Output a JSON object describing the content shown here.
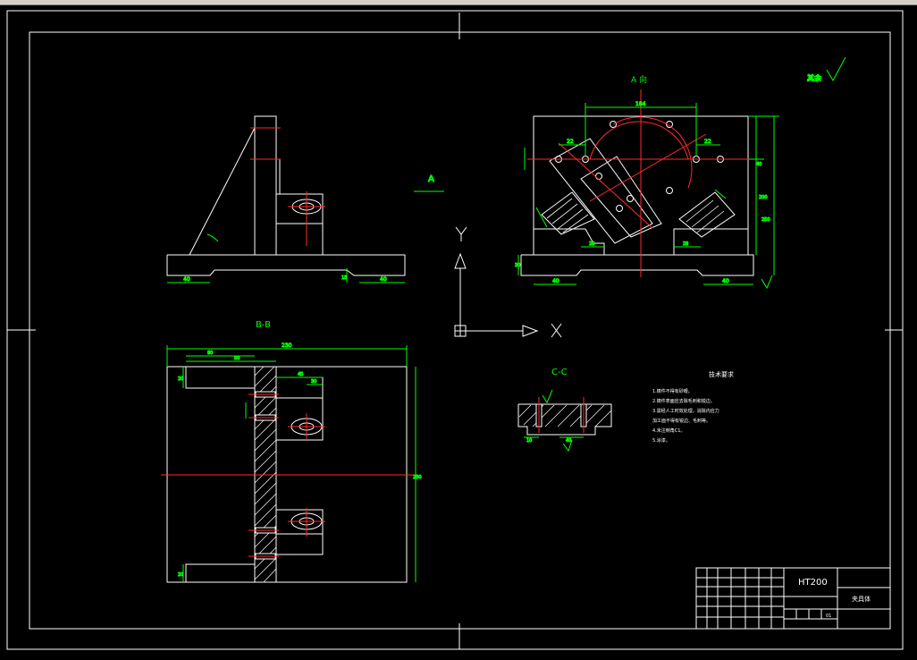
{
  "drawing": {
    "view_a_title": "A 向",
    "arrow_a_label": "A",
    "section_bb_title": "B-B",
    "section_cc_title": "C-C",
    "roughness_note": "其余",
    "axis_y_label": "Y",
    "axis_x_label": "X"
  },
  "tech_requirements": {
    "title": "技术要求",
    "lines": [
      "1.铸件不得有砂眼。",
      "2.铸件表面应去除毛刺和锐边。",
      "3.需经人工时效处理，消除内应力",
      "加工面不得有锐边、毛刺等。",
      "4.未注倒角C1。",
      "5.涂漆。"
    ]
  },
  "dims": {
    "view_a_top": "184",
    "left_22": "22",
    "right_22": "22",
    "right_40": "40",
    "view_a_bottom_40l": "40",
    "view_a_bottom_40r": "40",
    "view_a_h1": "200",
    "view_a_h2": "250",
    "view_a_30": "30",
    "view_a_28a": "28",
    "view_a_28b": "28",
    "front_40l": "40",
    "front_40r": "40",
    "front_15": "15",
    "bb_top": "230",
    "bb_80": "80",
    "bb_50": "50",
    "bb_45": "45",
    "bb_30": "30",
    "bb_20a": "20",
    "bb_20b": "20",
    "bb_right": "230",
    "cc_a": "10",
    "cc_b": "40"
  },
  "title_block": {
    "material": "HT200",
    "part_name": "夹具体",
    "scale_cell": "01"
  }
}
